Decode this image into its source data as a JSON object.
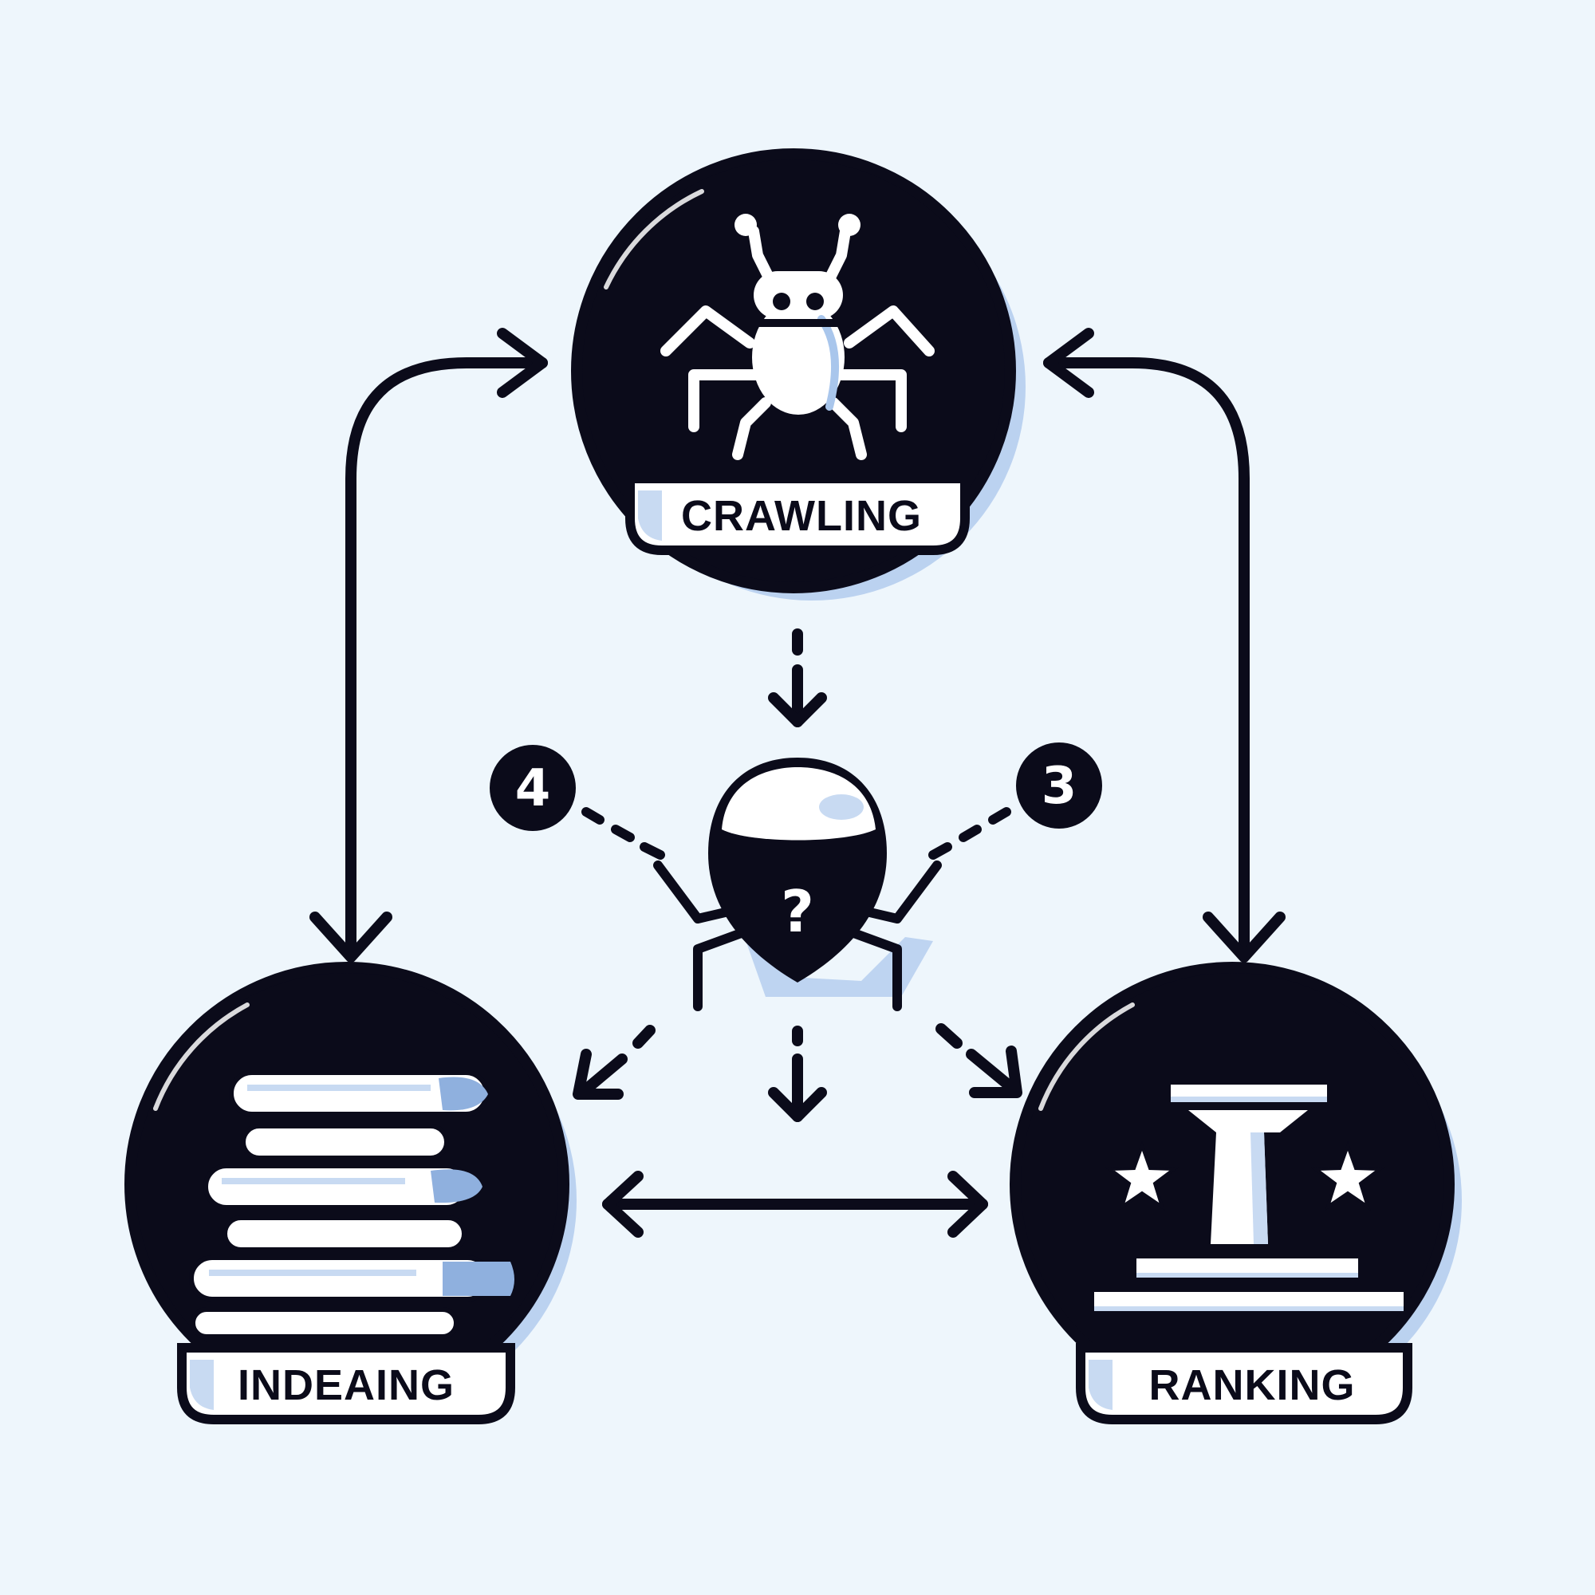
{
  "diagram": {
    "nodes": {
      "crawling": {
        "label": "CRAWLING"
      },
      "indexing": {
        "label": "INDEAING"
      },
      "ranking": {
        "label": "RANKING"
      }
    },
    "badges": {
      "left": "4",
      "right": "3"
    },
    "center_glyph": "?"
  },
  "colors": {
    "background": "#eef6fc",
    "ink": "#0b0b1a",
    "shadow": "#a9c6ec",
    "highlight": "#ffffff",
    "accent_light": "#d9e6f7"
  },
  "icons": {
    "crawling": "robot-bug-icon",
    "center": "spider-question-icon",
    "indexing": "book-stack-icon",
    "ranking": "podium-stars-icon"
  }
}
